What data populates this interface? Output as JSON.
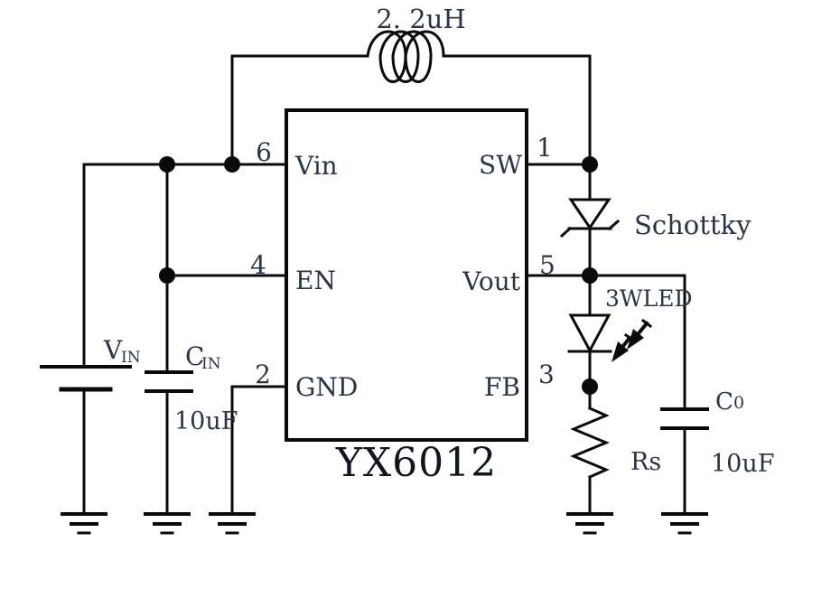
{
  "schematic": {
    "ic": {
      "part_number": "YX6012",
      "pins": {
        "vin": {
          "number": "6",
          "label": "Vin"
        },
        "en": {
          "number": "4",
          "label": "EN"
        },
        "gnd": {
          "number": "2",
          "label": "GND"
        },
        "sw": {
          "number": "1",
          "label": "SW"
        },
        "vout": {
          "number": "5",
          "label": "Vout"
        },
        "fb": {
          "number": "3",
          "label": "FB"
        }
      }
    },
    "inductor": {
      "value": "2. 2uH"
    },
    "input_source": {
      "name": "V",
      "sub": "IN"
    },
    "input_cap": {
      "name": "C",
      "sub": "IN",
      "value": "10uF"
    },
    "diode": {
      "label": "Schottky"
    },
    "led": {
      "label": "3WLED"
    },
    "sense_resistor": {
      "label": "Rs"
    },
    "output_cap": {
      "name": "C",
      "sub": "0",
      "value": "10uF"
    }
  },
  "colors": {
    "wire": "#0a0a0a",
    "label_text": "#2a3547",
    "title_text": "#10151f",
    "background": "#ffffff"
  }
}
